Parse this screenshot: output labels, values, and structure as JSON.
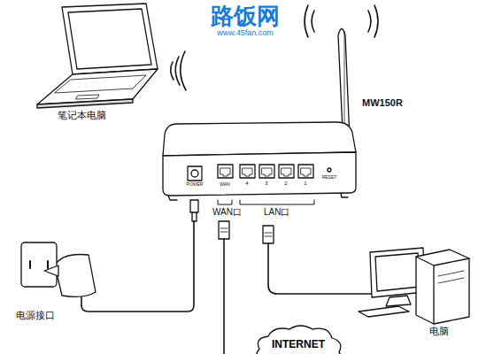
{
  "diagram": {
    "nodes": [
      {
        "text": [
          "INTERNET"
        ]
      }
    ],
    "labels": [
      "路饭网",
      "www.45fan.com",
      "笔记本电脑",
      "MW150R",
      "POWER",
      "WAN",
      "4",
      "3",
      "2",
      "1",
      "RESET",
      "WAN口",
      "LAN口",
      "电源接口",
      "电脑"
    ]
  }
}
